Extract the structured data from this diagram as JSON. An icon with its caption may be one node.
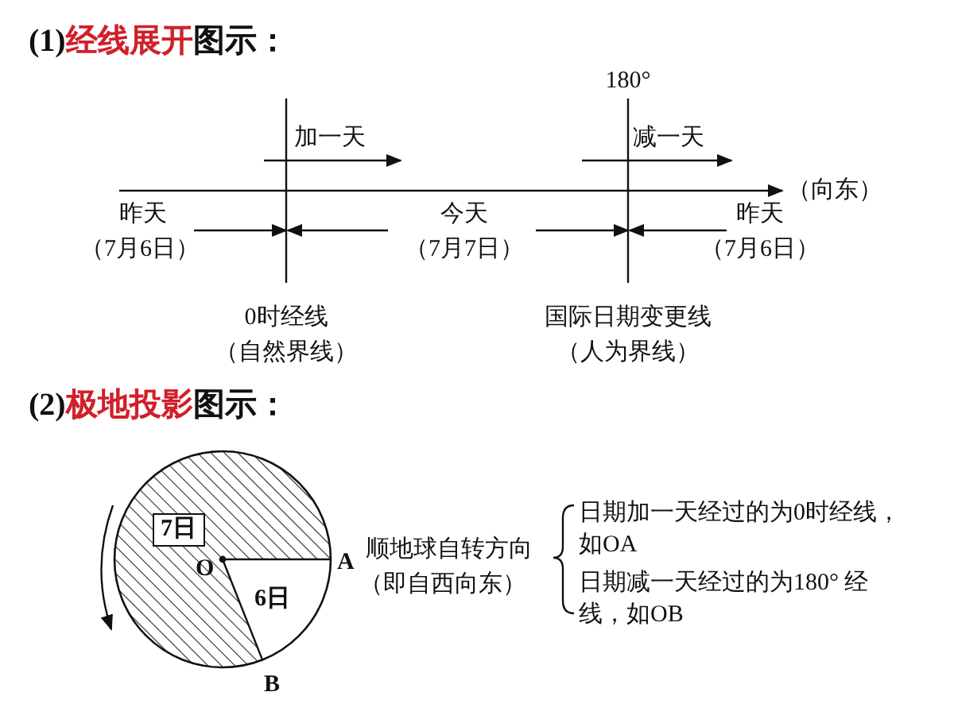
{
  "diagram": {
    "nodes": [
      {
        "text": [
          "7日"
        ]
      }
    ],
    "edges": [],
    "labels": [
      "(1)",
      "经线展开",
      "图示：",
      "180°",
      "加一天",
      "减一天",
      "（向东）",
      "昨天",
      "（7月6日）",
      "今天",
      "（7月7日）",
      "昨天",
      "（7月6日）",
      "0时经线",
      "（自然界线）",
      "国际日期变更线",
      "（人为界线）",
      "(2)",
      "极地投影",
      "图示：",
      "O",
      "A",
      "6日",
      "B",
      "顺地球自转方向",
      "（即自西向东）",
      "日期加一天经过的为0时经线，如OA",
      "日期减一天经过的为180° 经线，如OB"
    ]
  }
}
